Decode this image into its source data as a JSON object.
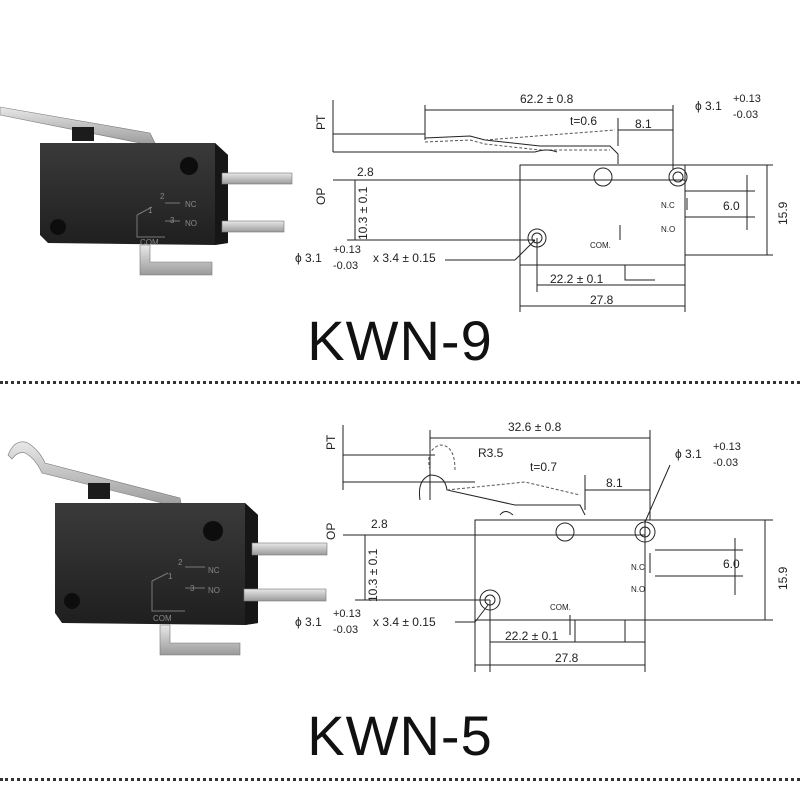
{
  "switches": [
    {
      "model": "KWN-9",
      "terminals": {
        "nc": "NC",
        "no": "NO",
        "com": "COM",
        "num1": "1",
        "num2": "2",
        "num3": "3"
      },
      "dims": {
        "pt": "PT",
        "op": "OP",
        "overall": "62.2 ± 0.8",
        "thickness": "t=0.6",
        "lever_offset": "8.1",
        "hole_dia": "ϕ 3.1",
        "hole_tol_plus": "+0.13",
        "hole_tol_minus": "-0.03",
        "height_top": "2.8",
        "height_mid": "10.3 ± 0.1",
        "pitch": "6.0",
        "body_height": "15.9",
        "hole_dia2": "ϕ 3.1",
        "hole_tol_plus2": "+0.13",
        "hole_tol_minus2": "-0.03",
        "slot": "x 3.4 ± 0.15",
        "hole_span": "22.2 ± 0.1",
        "body_width": "27.8",
        "nc_label": "N.C",
        "no_label": "N.O",
        "com_label": "COM."
      }
    },
    {
      "model": "KWN-5",
      "terminals": {
        "nc": "NC",
        "no": "NO",
        "com": "COM",
        "num1": "1",
        "num2": "2",
        "num3": "3"
      },
      "dims": {
        "pt": "PT",
        "op": "OP",
        "overall": "32.6 ± 0.8",
        "radius": "R3.5",
        "thickness": "t=0.7",
        "lever_offset": "8.1",
        "hole_dia": "ϕ 3.1",
        "hole_tol_plus": "+0.13",
        "hole_tol_minus": "-0.03",
        "height_top": "2.8",
        "height_mid": "10.3 ± 0.1",
        "pitch": "6.0",
        "body_height": "15.9",
        "hole_dia2": "ϕ 3.1",
        "hole_tol_plus2": "+0.13",
        "hole_tol_minus2": "-0.03",
        "slot": "x 3.4 ± 0.15",
        "hole_span": "22.2 ± 0.1",
        "body_width": "27.8",
        "nc_label": "N.C",
        "no_label": "N.O",
        "com_label": "COM."
      }
    }
  ],
  "colors": {
    "body": "#2b2b2b",
    "metal": "#c9c9c9",
    "ink": "#222222"
  }
}
